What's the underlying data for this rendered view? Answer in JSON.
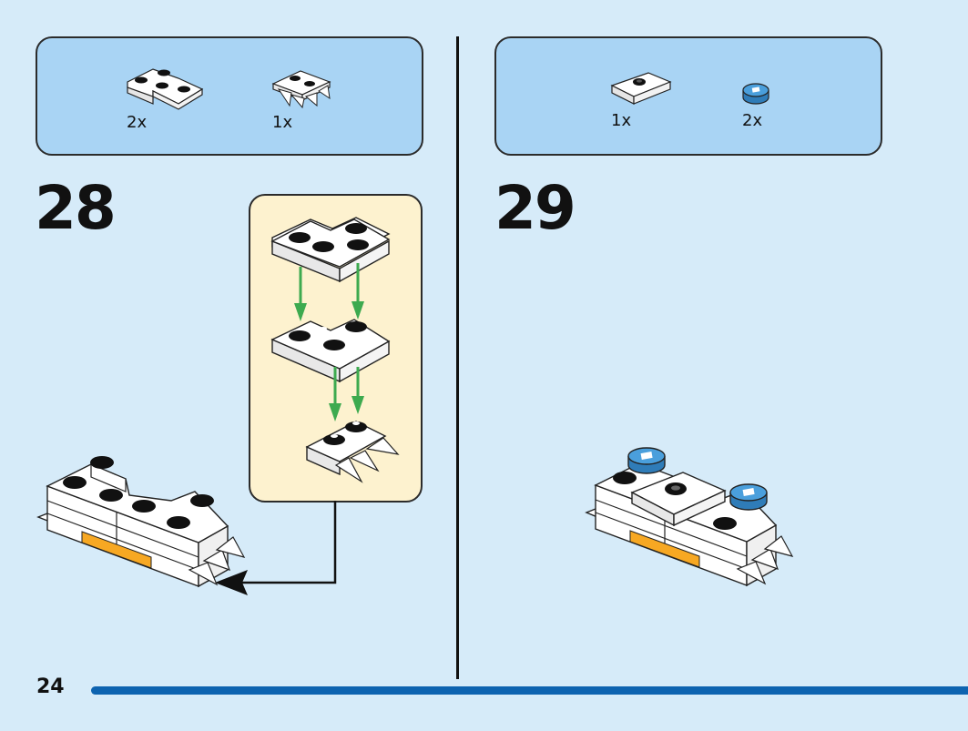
{
  "page": {
    "number": "24",
    "progress_fraction": 1.0
  },
  "steps": [
    {
      "number": "28",
      "parts": [
        {
          "qty": "2x",
          "icon": "plate-corner-2x2-white-icon"
        },
        {
          "qty": "1x",
          "icon": "plate-teeth-white-icon"
        }
      ],
      "callout_icon": "subassembly-callout-arrow-icon"
    },
    {
      "number": "29",
      "parts": [
        {
          "qty": "1x",
          "icon": "plate-jumper-1x2-white-icon"
        },
        {
          "qty": "2x",
          "icon": "tile-round-1x1-blue-icon"
        }
      ]
    }
  ],
  "colors": {
    "background": "#d6ebf9",
    "parts_panel": "#a9d4f4",
    "callout": "#fdf2cf",
    "progress_bar": "#0d63b0",
    "arrow_green": "#3daa4f",
    "orange": "#f7a823",
    "blue_tile": "#3f8fcc"
  }
}
